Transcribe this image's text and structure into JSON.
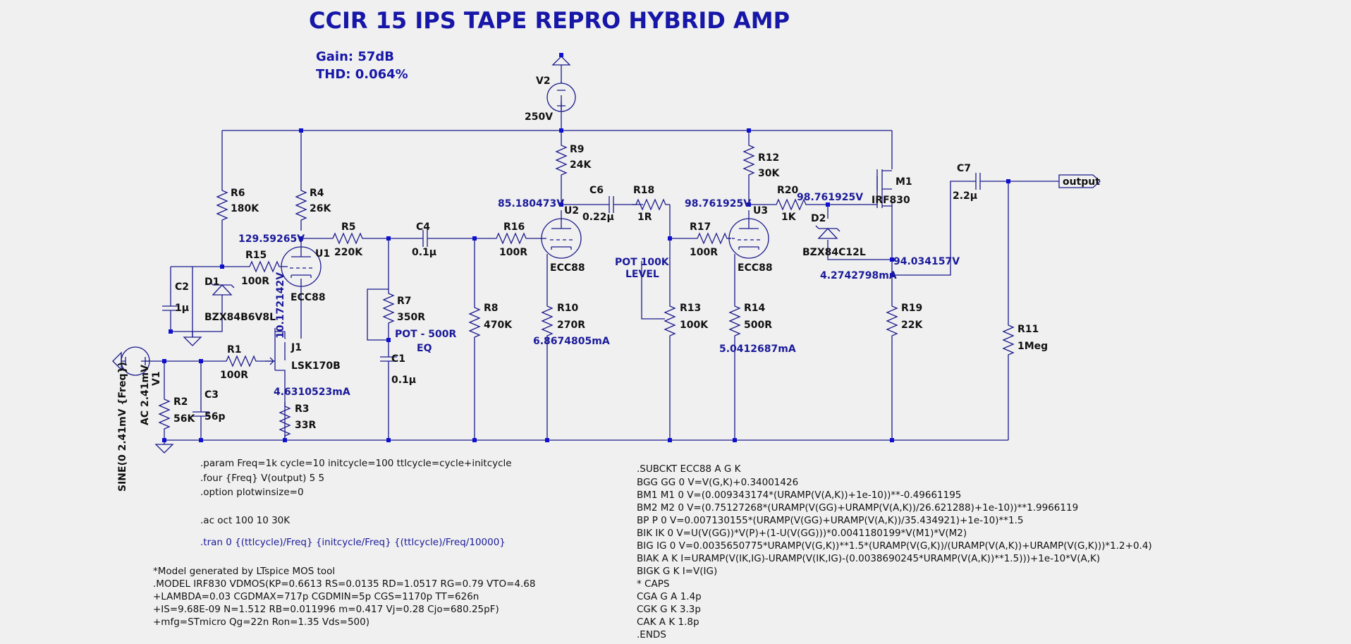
{
  "title": "CCIR 15 IPS TAPE REPRO HYBRID AMP",
  "info": {
    "gain": "Gain: 57dB",
    "thd": "THD: 0.064%"
  },
  "components": {
    "v2": {
      "name": "V2",
      "value": "250V"
    },
    "v1": {
      "name": "V1",
      "value": "SINE(0 2.41mV {Freq})",
      "ac": "AC 2.41mV"
    },
    "r1": {
      "name": "R1",
      "value": "100R"
    },
    "r2": {
      "name": "R2",
      "value": "56K"
    },
    "r3": {
      "name": "R3",
      "value": "33R"
    },
    "r4": {
      "name": "R4",
      "value": "26K"
    },
    "r5": {
      "name": "R5",
      "value": "220K"
    },
    "r6": {
      "name": "R6",
      "value": "180K"
    },
    "r7": {
      "name": "R7",
      "value": "350R"
    },
    "r8": {
      "name": "R8",
      "value": "470K"
    },
    "r9": {
      "name": "R9",
      "value": "24K"
    },
    "r10": {
      "name": "R10",
      "value": "270R"
    },
    "r11": {
      "name": "R11",
      "value": "1Meg"
    },
    "r12": {
      "name": "R12",
      "value": "30K"
    },
    "r13": {
      "name": "R13",
      "value": "100K"
    },
    "r14": {
      "name": "R14",
      "value": "500R"
    },
    "r15": {
      "name": "R15",
      "value": "100R"
    },
    "r16": {
      "name": "R16",
      "value": "100R"
    },
    "r17": {
      "name": "R17",
      "value": "100R"
    },
    "r18": {
      "name": "R18",
      "value": "1R"
    },
    "r19": {
      "name": "R19",
      "value": "22K"
    },
    "r20": {
      "name": "R20",
      "value": "1K"
    },
    "c1": {
      "name": "C1",
      "value": "0.1µ"
    },
    "c2": {
      "name": "C2",
      "value": "1µ"
    },
    "c3": {
      "name": "C3",
      "value": "56p"
    },
    "c4": {
      "name": "C4",
      "value": "0.1µ"
    },
    "c6": {
      "name": "C6",
      "value": "0.22µ"
    },
    "c7": {
      "name": "C7",
      "value": "2.2µ"
    },
    "d1": {
      "name": "D1",
      "value": "BZX84B6V8L"
    },
    "d2": {
      "name": "D2",
      "value": "BZX84C12L"
    },
    "u1": {
      "name": "U1",
      "value": "ECC88"
    },
    "u2": {
      "name": "U2",
      "value": "ECC88"
    },
    "u3": {
      "name": "U3",
      "value": "ECC88"
    },
    "j1": {
      "name": "J1",
      "value": "LSK170B"
    },
    "m1": {
      "name": "M1",
      "value": "IRF830"
    },
    "output": "output"
  },
  "notes": {
    "pot_eq": [
      "POT - 500R",
      "EQ"
    ],
    "pot_level": [
      "POT 100K",
      "LEVEL"
    ]
  },
  "operating_point": {
    "u1_plate": "129.59265V",
    "j1_drain": "10.172142V",
    "j1_current": "4.6310523mA",
    "u2_plate": "85.180473V",
    "u2_current": "6.8674805mA",
    "u3_plate": "98.761925V",
    "m1_gate": "98.761925V",
    "u3_current": "5.0412687mA",
    "m1_source": "94.034157V",
    "m1_current": "4.2742798mA"
  },
  "directives_left": [
    ".param Freq=1k cycle=10 initcycle=100 ttlcycle=cycle+initcycle",
    ".four {Freq} V(output) 5 5",
    ".option plotwinsize=0",
    "",
    ".ac oct 100 10 30K"
  ],
  "directive_tran": ".tran 0 {(ttlcycle)/Freq} {initcycle/Freq} {(ttlcycle)/Freq/10000}",
  "model_lines": [
    "*Model generated by LTspice MOS tool",
    ".MODEL IRF830 VDMOS(KP=0.6613 RS=0.0135 RD=1.0517 RG=0.79 VTO=4.68",
    "+LAMBDA=0.03 CGDMAX=717p CGDMIN=5p CGS=1170p TT=626n",
    "+IS=9.68E-09 N=1.512 RB=0.011996 m=0.417 Vj=0.28 Cjo=680.25pF)",
    "+mfg=STmicro Qg=22n Ron=1.35 Vds=500)"
  ],
  "subckt_lines": [
    ".SUBCKT ECC88 A G K",
    "BGG   GG   0 V=V(G,K)+0.34001426",
    "BM1   M1   0 V=(0.009343174*(URAMP(V(A,K))+1e-10))**-0.49661195",
    "BM2   M2   0 V=(0.75127268*(URAMP(V(GG)+URAMP(V(A,K))/26.621288)+1e-10))**1.9966119",
    "BP    P    0 V=0.007130155*(URAMP(V(GG)+URAMP(V(A,K))/35.434921)+1e-10)**1.5",
    "BIK   IK   0 V=U(V(GG))*V(P)+(1-U(V(GG)))*0.0041180199*V(M1)*V(M2)",
    "BIG   IG   0 V=0.0035650775*URAMP(V(G,K))**1.5*(URAMP(V(G,K))/(URAMP(V(A,K))+URAMP(V(G,K)))*1.2+0.4)",
    "BIAK  A    K I=URAMP(V(IK,IG)-URAMP(V(IK,IG)-(0.0038690245*URAMP(V(A,K))**1.5)))+1e-10*V(A,K)",
    "BIGK  G    K I=V(IG)",
    "* CAPS",
    "CGA   G    A 1.4p",
    "CGK   G    K 3.3p",
    "CAK   A    K 1.8p",
    ".ENDS"
  ]
}
